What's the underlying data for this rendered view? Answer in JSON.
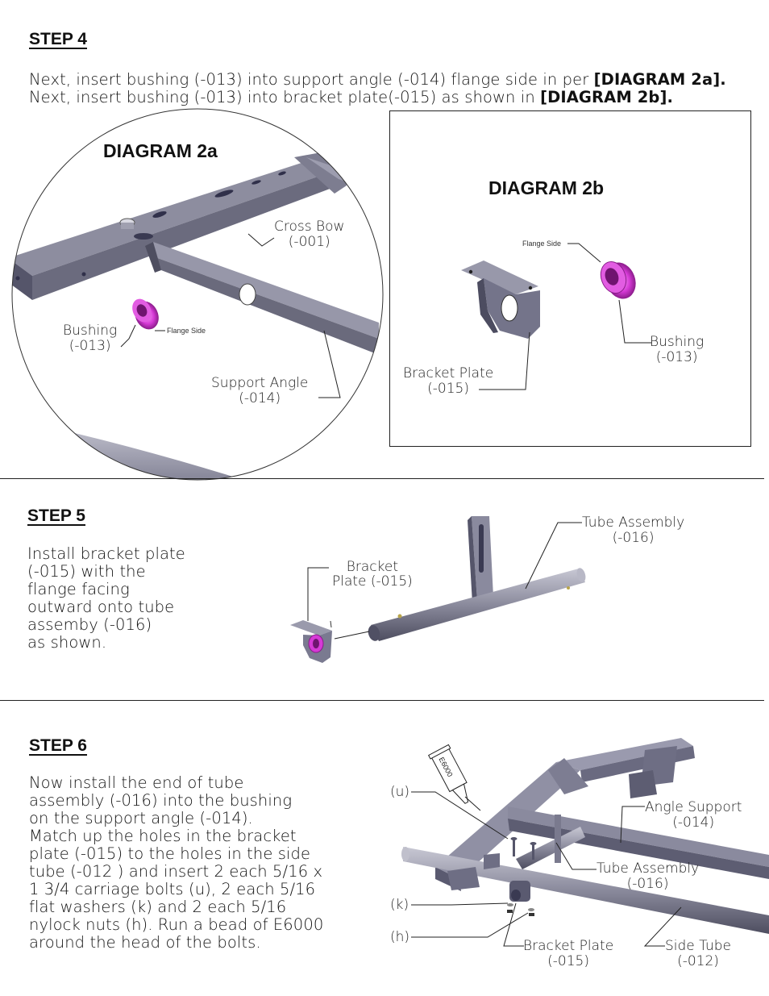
{
  "step4": {
    "title": "STEP 4",
    "line1_pre": "Next, insert bushing (-013) into support angle (-014) flange side in per ",
    "line1_bold": "[DIAGRAM 2a].",
    "line2_pre": "Next, insert bushing (-013) into bracket plate(-015) as shown in ",
    "line2_bold": "[DIAGRAM 2b].",
    "diagram_a": {
      "title": "DIAGRAM 2a",
      "cross_bow": "Cross Bow",
      "cross_bow_pn": "(-001)",
      "bushing": "Bushing",
      "bushing_pn": "(-013)",
      "flange_side": "Flange Side",
      "support_angle": "Support Angle",
      "support_angle_pn": "(-014)"
    },
    "diagram_b": {
      "title": "DIAGRAM 2b",
      "flange_side": "Flange Side",
      "bushing": "Bushing",
      "bushing_pn": "(-013)",
      "bracket_plate": "Bracket Plate",
      "bracket_plate_pn": "(-015)"
    }
  },
  "step5": {
    "title": "STEP 5",
    "lines": [
      "Install bracket plate",
      "(-015) with the",
      "flange facing",
      "outward onto tube",
      "assemby (-016)",
      "as shown."
    ],
    "tube_assembly": "Tube Assembly",
    "tube_assembly_pn": "(-016)",
    "bracket": "Bracket",
    "plate_pn": "Plate (-015)"
  },
  "step6": {
    "title": "STEP 6",
    "lines": [
      "Now install the end of tube",
      "assembly (-016) into the bushing",
      "on the support angle (-014).",
      "Match up the holes in the bracket",
      "plate (-015) to the holes in the side",
      "tube (-012 ) and insert 2 each 5/16 x",
      "1 3/4 carriage bolts (u), 2 each 5/16",
      "flat washers (k) and 2 each 5/16",
      "nylock nuts (h). Run a bead of E6000",
      "around the head of the bolts."
    ],
    "u": "(u)",
    "k": "(k)",
    "h": "(h)",
    "e6000": "E6000",
    "angle_support": "Angle Support",
    "angle_support_pn": "(-014)",
    "tube_assembly": "Tube Assembly",
    "tube_assembly_pn": "(-016)",
    "bracket_plate": "Bracket Plate",
    "bracket_plate_pn": "(-015)",
    "side_tube": "Side Tube",
    "side_tube_pn": "(-012)"
  },
  "colors": {
    "metal": "#7a7a8c",
    "metal_dark": "#55556a",
    "metal_light": "#a9a9b8",
    "bushing": "#d63ad6",
    "bushing_dark": "#8a1c8a"
  }
}
